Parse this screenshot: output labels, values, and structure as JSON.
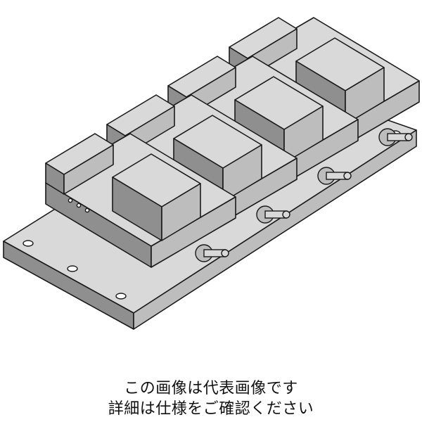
{
  "illustration": {
    "subject": "multi-vise-fixture-plate",
    "vise_count": 4,
    "colors": {
      "line": "#1a1a1a",
      "face_light": "#d9d9d9",
      "face_mid": "#bdbdbd",
      "face_dark": "#8f8f8f",
      "hole": "#ffffff"
    }
  },
  "caption": {
    "line1": "この画像は代表画像です",
    "line2": "詳細は仕様をご確認ください"
  }
}
